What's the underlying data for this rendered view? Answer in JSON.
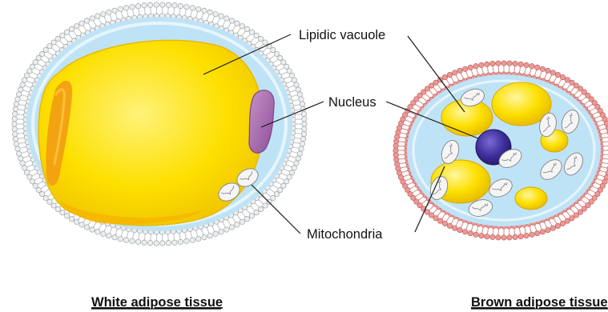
{
  "labels": {
    "lipid": "Lipidic vacuole",
    "nucleus": "Nucleus",
    "mito": "Mitochondria"
  },
  "captions": {
    "white": "White adipose tissue",
    "brown": "Brown adipose tissue"
  },
  "colors": {
    "background": "#ffffff",
    "cytoplasm": "#bfe3f6",
    "cytoplasm_highlight": "#e6f5fd",
    "membrane_white": "#eeeeee",
    "membrane_white_tail": "#b9c2c8",
    "membrane_brown": "#ea9a98",
    "membrane_brown_tail": "#d98a86",
    "lipid_yellow": "#fde000",
    "lipid_orange": "#f6a300",
    "nucleus_white_cell": "#a96bb0",
    "nucleus_brown_cell": "#3c2f96",
    "mitochondria": "#f5f5f5"
  }
}
